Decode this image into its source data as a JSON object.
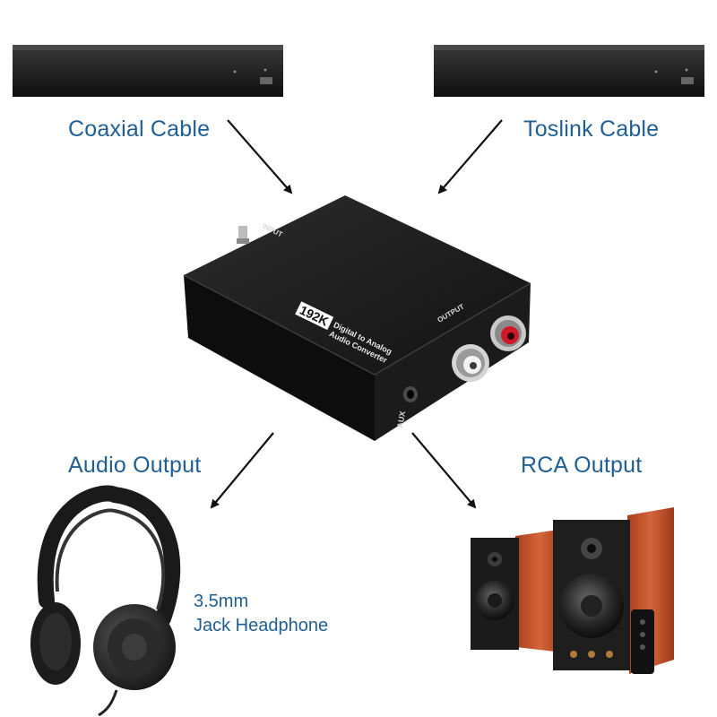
{
  "labels": {
    "coaxial": "Coaxial Cable",
    "toslink": "Toslink Cable",
    "audio_output": "Audio Output",
    "rca_output": "RCA Output",
    "headphone_size": "3.5mm",
    "headphone_type": "Jack Headphone"
  },
  "device": {
    "badge": "192K",
    "title_line1": "Digital to Analog",
    "title_line2": "Audio Converter",
    "input_label": "INPUT",
    "output_label": "OUTPUT",
    "aux_label": "AUX"
  },
  "colors": {
    "label_text": "#1f5f93",
    "device_body": "#1a1a1a",
    "rca_red": "#d0182a",
    "speaker_wood": "#c7562a"
  }
}
